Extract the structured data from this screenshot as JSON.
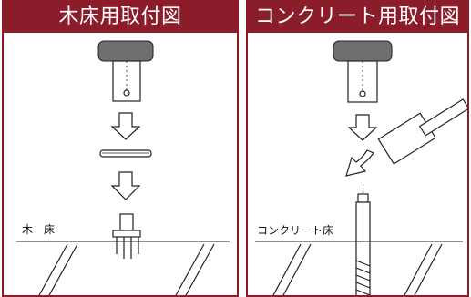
{
  "left": {
    "title": "木床用取付図",
    "floor_label": "木　床"
  },
  "right": {
    "title": "コンクリート用取付図",
    "floor_label": "コンクリート床"
  },
  "colors": {
    "header_bg": "#8b1c2a",
    "header_text": "#ffffff",
    "line": "#222222",
    "cap": "#6e6e6e"
  }
}
